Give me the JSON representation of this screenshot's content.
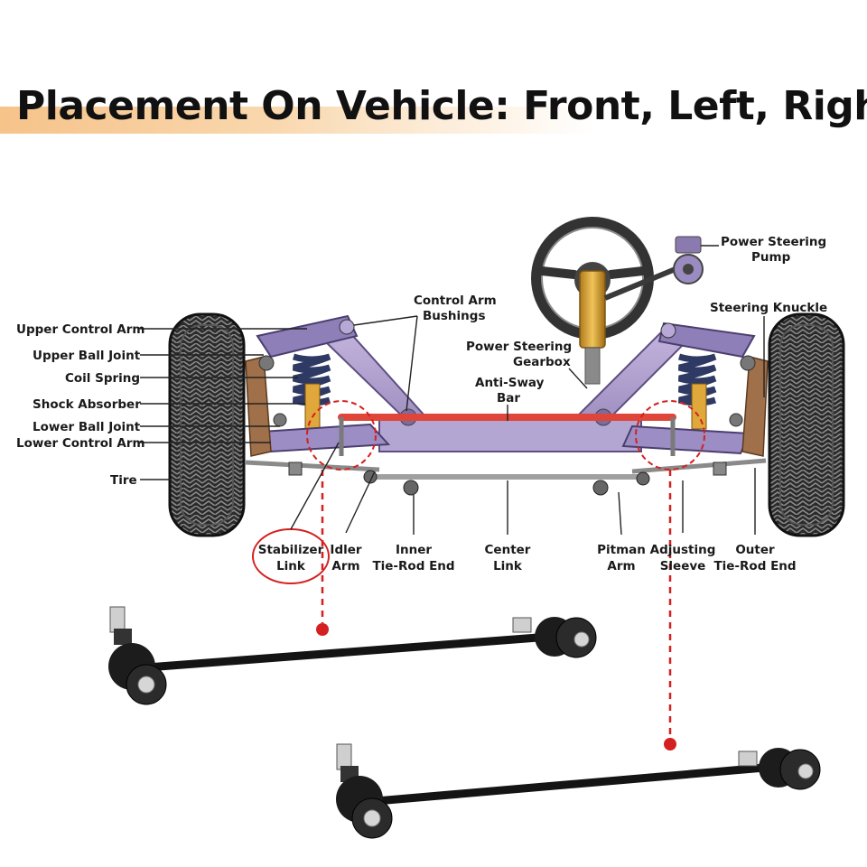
{
  "title": "Placement On Vehicle: Front, Left, Right",
  "labels": {
    "upper_control_arm": "Upper Control Arm",
    "upper_ball_joint": "Upper Ball Joint",
    "coil_spring": "Coil Spring",
    "shock_absorber": "Shock Absorber",
    "lower_ball_joint": "Lower Ball Joint",
    "lower_control_arm": "Lower Control Arm",
    "tire": "Tire",
    "control_arm_bushings_1": "Control Arm",
    "control_arm_bushings_2": "Bushings",
    "ps_gearbox_1": "Power Steering",
    "ps_gearbox_2": "Gearbox",
    "anti_sway_1": "Anti-Sway",
    "anti_sway_2": "Bar",
    "ps_pump_1": "Power Steering",
    "ps_pump_2": "Pump",
    "steering_knuckle": "Steering Knuckle",
    "stabilizer_1": "Stabilizer",
    "stabilizer_2": "Link",
    "idler_1": "Idler",
    "idler_2": "Arm",
    "inner_tie_1": "Inner",
    "inner_tie_2": "Tie-Rod End",
    "center_1": "Center",
    "center_2": "Link",
    "pitman_1": "Pitman",
    "pitman_2": "Arm",
    "adjusting_1": "Adjusting",
    "adjusting_2": "Sleeve",
    "outer_tie_1": "Outer",
    "outer_tie_2": "Tie-Rod End"
  },
  "colors": {
    "title_band": "#f6c38a",
    "frame": "#a695c4",
    "frame_dark": "#6f5f93",
    "sway_bar": "#e0453a",
    "highlight": "#d42020",
    "tire": "#1f1f1f",
    "spring": "#2e3a63",
    "shock": "#e0a83a",
    "link": "#141414"
  }
}
